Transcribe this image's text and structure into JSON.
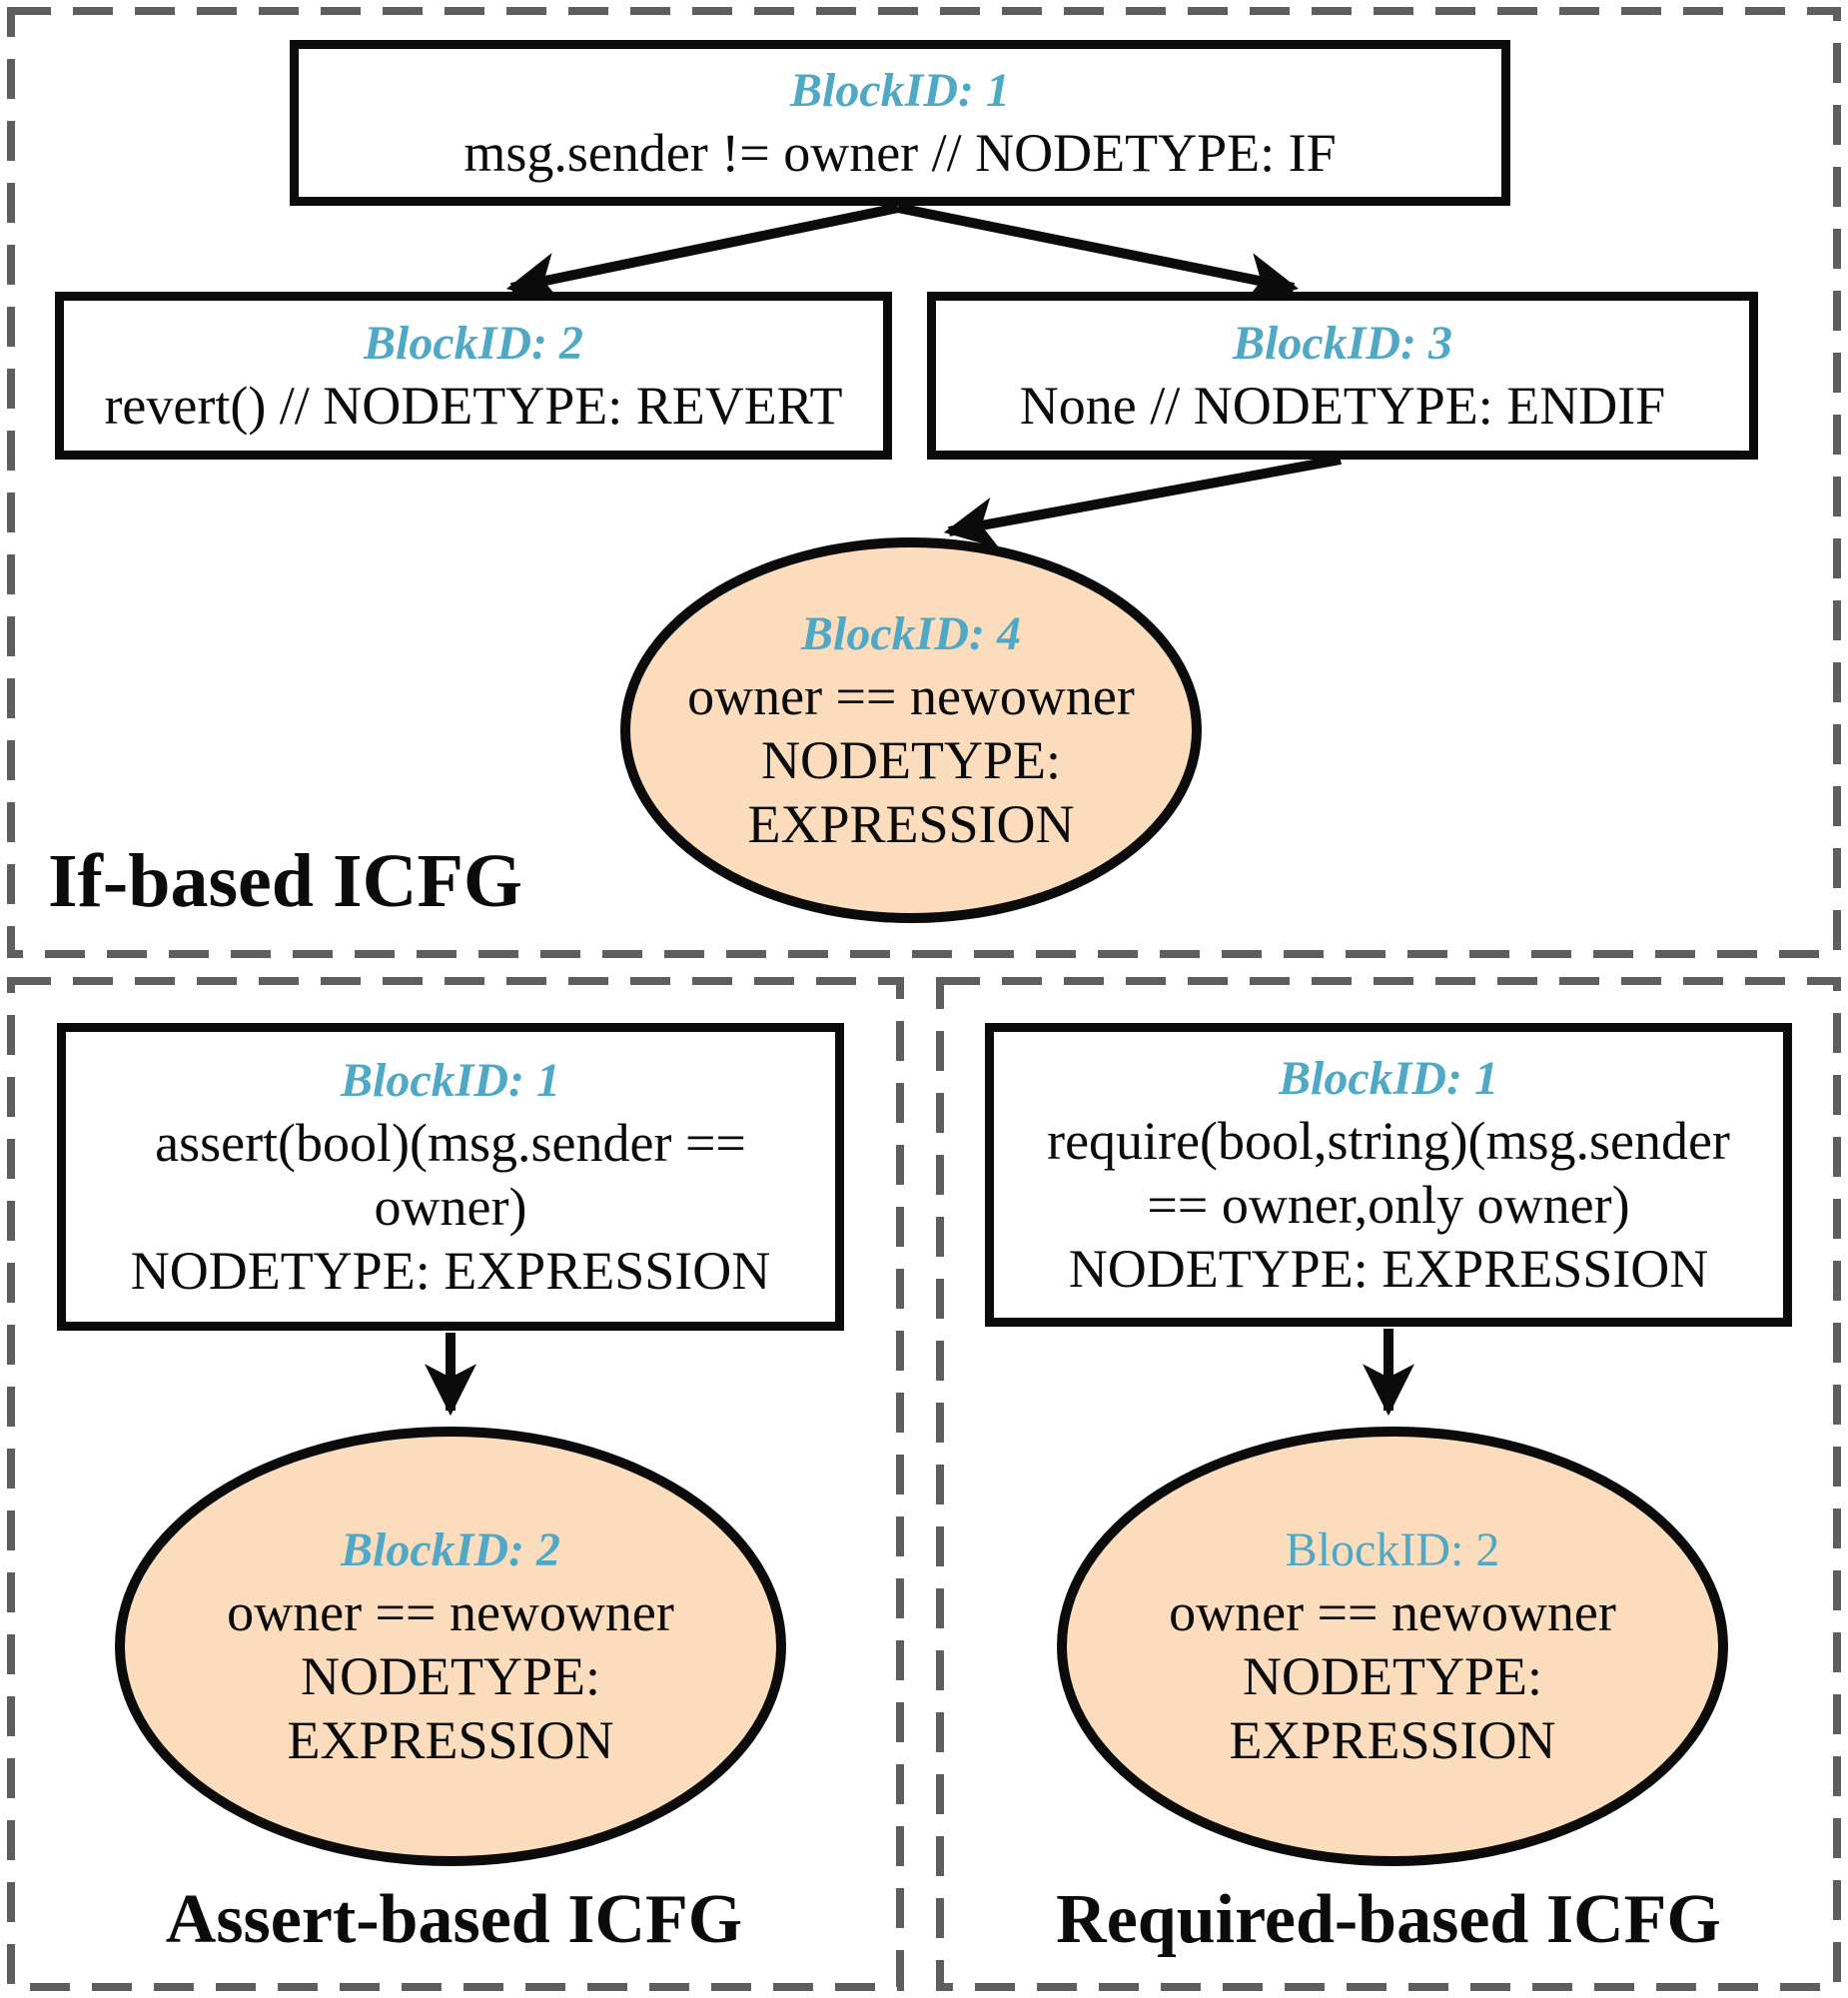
{
  "figure": {
    "type": "control-flow-diagram",
    "description": "Three ICFG variants: if-based, assert-based, required-based"
  },
  "colors": {
    "block_id_accent": "#4fa8c6",
    "expression_node_fill": "#fbdcbd",
    "node_border": "#0b0b0b",
    "panel_dashed_border": "#5e5e5e",
    "background": "#ffffff"
  },
  "panels": {
    "if_based": {
      "label": "If-based ICFG",
      "block1": {
        "id": "BlockID: 1",
        "lines": [
          "msg.sender != owner // NODETYPE: IF"
        ]
      },
      "block2": {
        "id": "BlockID: 2",
        "lines": [
          "revert() // NODETYPE: REVERT"
        ]
      },
      "block3": {
        "id": "BlockID: 3",
        "lines": [
          "None // NODETYPE: ENDIF"
        ]
      },
      "block4": {
        "id": "BlockID: 4",
        "lines": [
          "owner == newowner",
          "NODETYPE:",
          "EXPRESSION"
        ]
      }
    },
    "assert_based": {
      "label": "Assert-based ICFG",
      "block1": {
        "id": "BlockID: 1",
        "lines": [
          "assert(bool)(msg.sender ==",
          "owner)",
          "NODETYPE: EXPRESSION"
        ]
      },
      "block2": {
        "id": "BlockID: 2",
        "lines": [
          "owner == newowner",
          "NODETYPE:",
          "EXPRESSION"
        ]
      }
    },
    "required_based": {
      "label": "Required-based ICFG",
      "block1": {
        "id": "BlockID: 1",
        "lines": [
          "require(bool,string)(msg.sender",
          "== owner,only owner)",
          "NODETYPE: EXPRESSION"
        ]
      },
      "block2": {
        "id": "BlockID: 2",
        "lines": [
          "owner == newowner",
          "NODETYPE:",
          "EXPRESSION"
        ]
      }
    }
  }
}
